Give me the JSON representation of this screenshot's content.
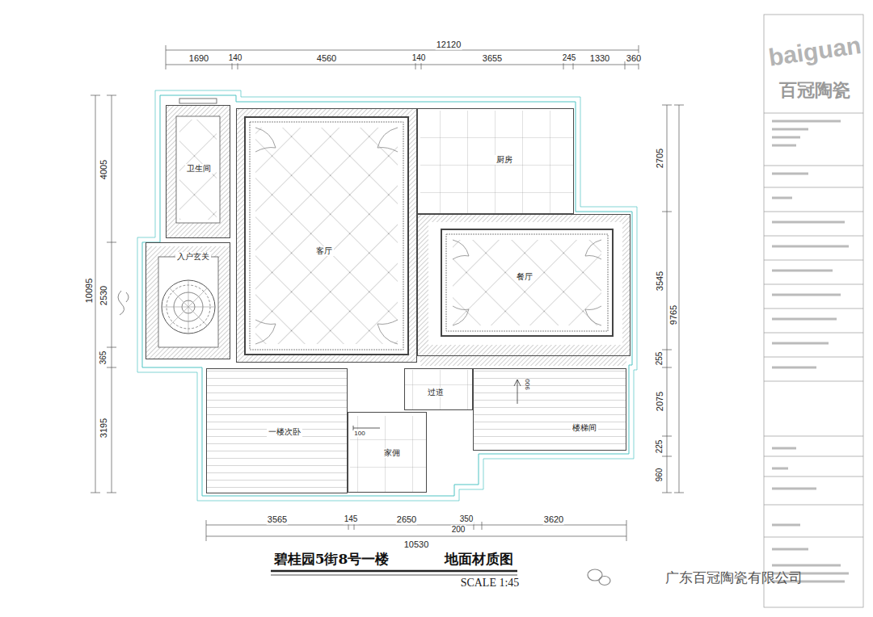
{
  "diagram": {
    "title": "碧桂园5街8号一楼",
    "caption": "SCALE 1:45",
    "nodes": [
      {
        "text": [
          "卫生间"
        ]
      },
      {
        "text": [
          "客厅"
        ]
      },
      {
        "text": [
          "厨房"
        ]
      },
      {
        "text": [
          "入户玄关"
        ]
      },
      {
        "text": [
          "餐厅"
        ]
      },
      {
        "text": [
          "过道"
        ]
      },
      {
        "text": [
          "楼梯间"
        ]
      },
      {
        "text": [
          "一楼次卧"
        ]
      },
      {
        "text": [
          "家佣"
        ]
      }
    ],
    "labels": [
      "12120",
      "1690",
      "140",
      "4560",
      "140",
      "3655",
      "245",
      "1330",
      "360",
      "3565",
      "145",
      "2650",
      "350",
      "200",
      "3620",
      "10530",
      "4005",
      "10095",
      "2530",
      "365",
      "3195",
      "2705",
      "3545",
      "9765",
      "255",
      "2075",
      "225",
      "960",
      "100",
      "900",
      "地面材质图",
      "百冠陶瓷",
      "baiguan",
      "广东百冠陶瓷有限公司"
    ]
  }
}
